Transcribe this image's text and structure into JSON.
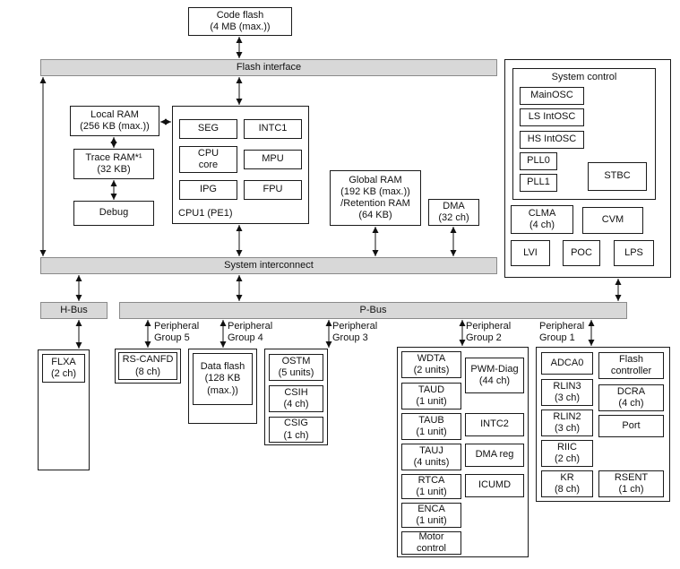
{
  "diagram": {
    "colors": {
      "bus_fill": "#d8d8d8",
      "box_border": "#1a1a1a",
      "background": "#ffffff"
    },
    "code_flash": "Code flash\n(4 MB (max.))",
    "flash_interface": "Flash interface",
    "memory": {
      "local_ram": "Local RAM\n(256 KB (max.))",
      "trace_ram": "Trace RAM*¹\n(32 KB)",
      "debug": "Debug",
      "global_ram": "Global RAM\n(192 KB (max.))\n/Retention RAM\n(64 KB)",
      "dma": "DMA\n(32 ch)"
    },
    "cpu1": {
      "label": "CPU1 (PE1)",
      "seg": "SEG",
      "intc1": "INTC1",
      "cpu_core": "CPU\ncore",
      "mpu": "MPU",
      "ipg": "IPG",
      "fpu": "FPU"
    },
    "system_control": {
      "title": "System control",
      "mainosc": "MainOSC",
      "ls_intosc": "LS IntOSC",
      "hs_intosc": "HS IntOSC",
      "pll0": "PLL0",
      "pll1": "PLL1",
      "stbc": "STBC",
      "clma": "CLMA\n(4 ch)",
      "cvm": "CVM",
      "lvi": "LVI",
      "poc": "POC",
      "lps": "LPS"
    },
    "buses": {
      "system_interconnect": "System interconnect",
      "h_bus": "H-Bus",
      "p_bus": "P-Bus"
    },
    "groups": {
      "g5": "Peripheral\nGroup 5",
      "g4": "Peripheral\nGroup 4",
      "g3": "Peripheral\nGroup 3",
      "g2": "Peripheral\nGroup 2",
      "g1": "Peripheral\nGroup 1"
    },
    "peripherals": {
      "flxa": "FLXA\n(2 ch)",
      "rs_canfd": "RS-CANFD\n(8 ch)",
      "data_flash": "Data flash\n(128 KB\n(max.))",
      "ostm": "OSTM\n(5 units)",
      "csih": "CSIH\n(4 ch)",
      "csig": "CSIG\n(1 ch)",
      "wdta": "WDTA\n(2 units)",
      "taud": "TAUD\n(1 unit)",
      "taub": "TAUB\n(1 unit)",
      "tauj": "TAUJ\n(4 units)",
      "rtca": "RTCA\n(1 unit)",
      "enca": "ENCA\n(1 unit)",
      "motor_control": "Motor\ncontrol",
      "pwm_diag": "PWM-Diag\n(44 ch)",
      "intc2": "INTC2",
      "dma_reg": "DMA reg",
      "icumd": "ICUMD",
      "adca0": "ADCA0",
      "rlin3": "RLIN3\n(3 ch)",
      "rlin2": "RLIN2\n(3 ch)",
      "riic": "RIIC\n(2 ch)",
      "kr": "KR\n(8 ch)",
      "flash_controller": "Flash\ncontroller",
      "dcra": "DCRA\n(4 ch)",
      "port": "Port",
      "rsent": "RSENT\n(1 ch)"
    }
  }
}
